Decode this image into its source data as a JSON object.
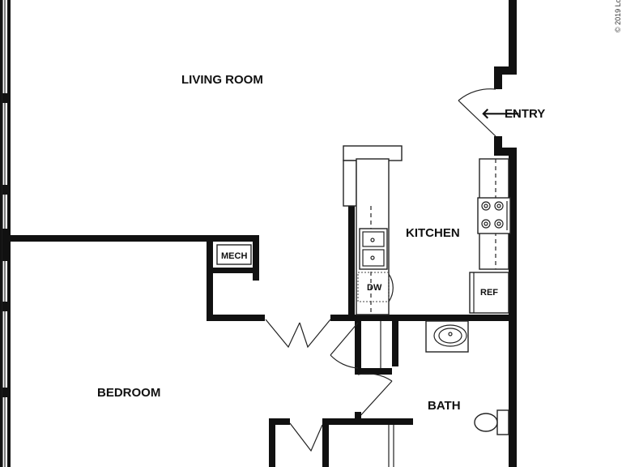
{
  "rooms": {
    "living_room": "LIVING ROOM",
    "bedroom": "BEDROOM",
    "kitchen": "KITCHEN",
    "bath": "BATH"
  },
  "fixtures": {
    "mech": "MECH",
    "dishwasher": "DW",
    "refrigerator": "REF"
  },
  "entry": {
    "label": "ENTRY",
    "arrow": "🡐"
  },
  "copyright": "© 2019 Lo"
}
